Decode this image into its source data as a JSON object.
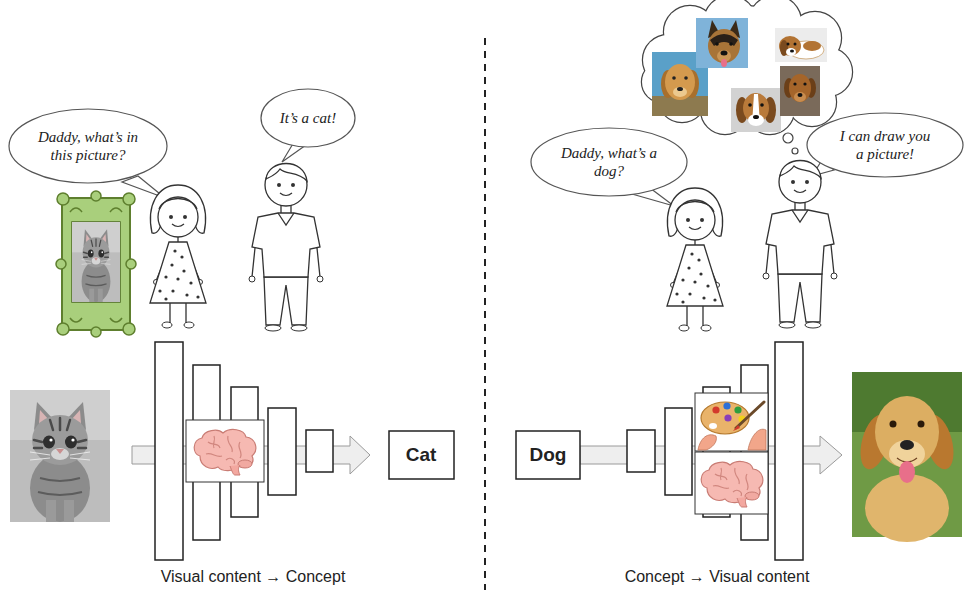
{
  "diagram": {
    "nodes": [
      {
        "text": [
          "Daddy, what’s in this picture?"
        ]
      },
      {
        "text": [
          "It’s a cat!"
        ]
      },
      {
        "text": [
          "Daddy, what’s a dog?"
        ]
      },
      {
        "text": [
          "I can draw you a picture!"
        ]
      },
      {
        "text": [
          "Cat"
        ]
      },
      {
        "text": [
          "Dog"
        ]
      }
    ],
    "labels": [
      "Visual content → Concept",
      "Concept → Visual content"
    ]
  }
}
